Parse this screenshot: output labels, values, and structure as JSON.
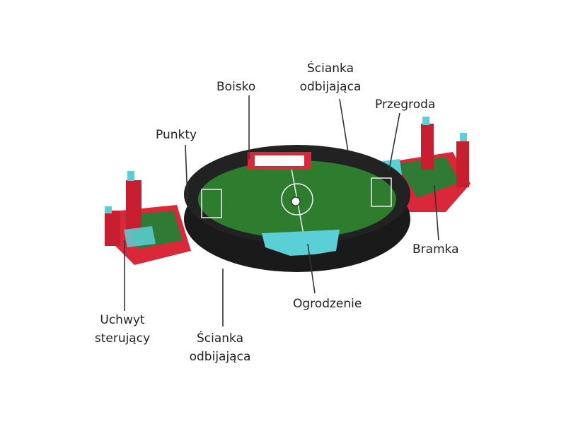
{
  "labels": {
    "boisko": "Boisko",
    "scianka_top_1": "Ścianka",
    "scianka_top_2": "odbijająca",
    "przegroda": "Przegroda",
    "punkty": "Punkty",
    "bramka": "Bramka",
    "ogrodzenie": "Ogrodzenie",
    "uchwyt_1": "Uchwyt",
    "uchwyt_2": "sterujący",
    "scianka_bottom_1": "Ścianka",
    "scianka_bottom_2": "odbijająca"
  },
  "colors": {
    "field": "#2e7d2e",
    "frame": "#1a1a1a",
    "red": "#d8283a",
    "cyan": "#5ad0d6"
  }
}
